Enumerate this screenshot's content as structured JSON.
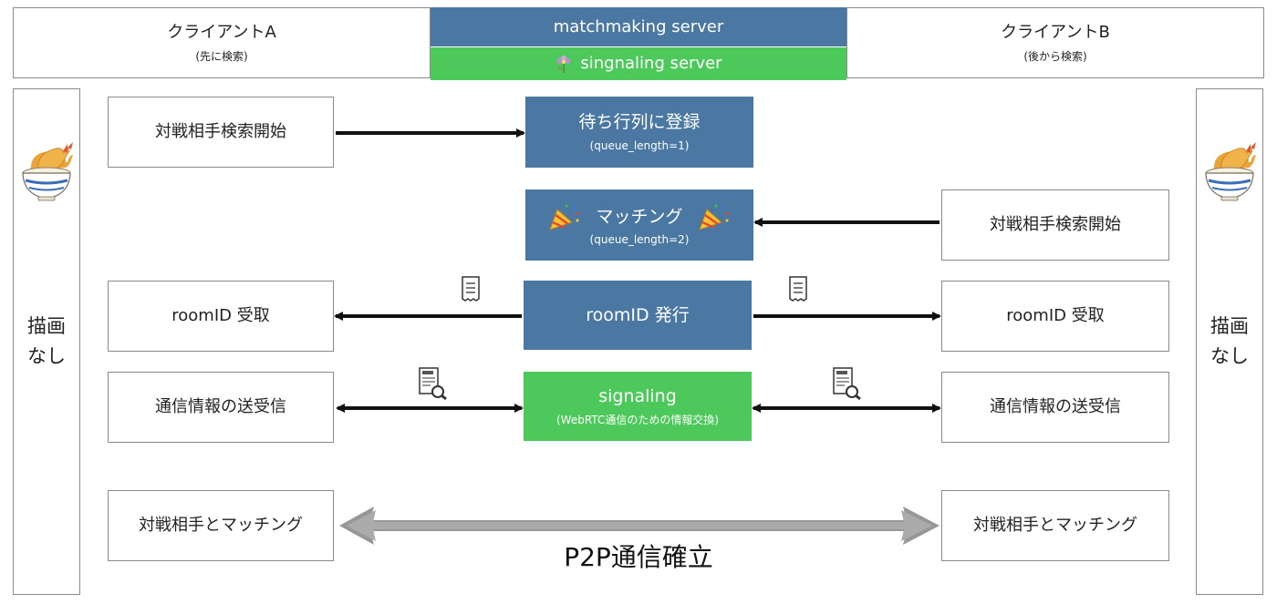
{
  "header": {
    "client_a": {
      "title": "クライアントA",
      "subtitle": "(先に検索)"
    },
    "matchmaking": "matchmaking server",
    "signaling": "singnaling server",
    "client_b": {
      "title": "クライアントB",
      "subtitle": "(後から検索)"
    }
  },
  "side": {
    "left_label": "描画\nなし",
    "right_label": "描画\nなし",
    "icon": "tempura-bowl-icon"
  },
  "client_a": {
    "search_start": "対戦相手検索開始",
    "room_receive": "roomID 受取",
    "comm_exchange": "通信情報の送受信",
    "matched": "対戦相手とマッチング"
  },
  "server": {
    "enqueue": {
      "title": "待ち行列に登録",
      "sub": "(queue_length=1)"
    },
    "matching": {
      "title": "マッチング",
      "sub": "(queue_length=2)"
    },
    "room_issue": "roomID 発行",
    "signaling": {
      "title": "signaling",
      "sub": "(WebRTC通信のための情報交換)"
    }
  },
  "client_b": {
    "search_start": "対戦相手検索開始",
    "room_receive": "roomID 受取",
    "comm_exchange": "通信情報の送受信",
    "matched": "対戦相手とマッチング"
  },
  "p2p_label": "P2P通信確立",
  "colors": {
    "blue": "#4a78a2",
    "green": "#4cc95a",
    "border": "#8a8a8a"
  }
}
